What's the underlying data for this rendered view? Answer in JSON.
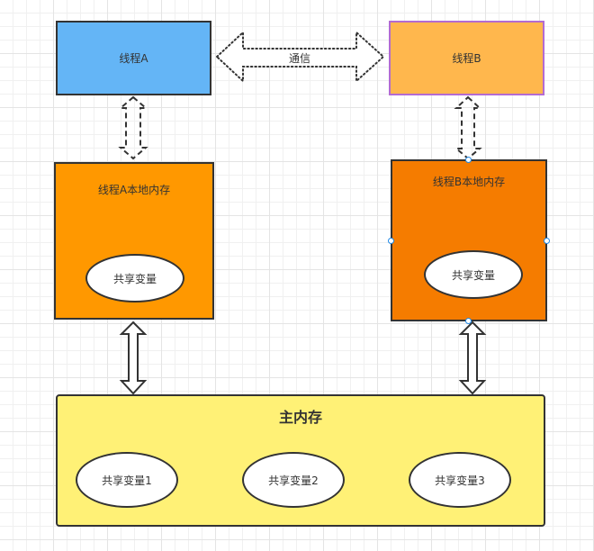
{
  "diagram": {
    "thread_a": {
      "label": "线程A",
      "fill": "#64b5f6"
    },
    "thread_b": {
      "label": "线程B",
      "fill": "#ffb74d",
      "border": "#b36bd1"
    },
    "communication": {
      "label": "通信"
    },
    "local_memory_a": {
      "label": "线程A本地内存",
      "fill": "#ff9800",
      "variable": "共享变量"
    },
    "local_memory_b": {
      "label": "线程B本地内存",
      "fill": "#f57c00",
      "variable": "共享变量",
      "selected": true
    },
    "main_memory": {
      "label": "主内存",
      "fill": "#fff176",
      "variables": [
        "共享变量1",
        "共享变量2",
        "共享变量3"
      ]
    },
    "selection_color": "#1e88e5"
  }
}
